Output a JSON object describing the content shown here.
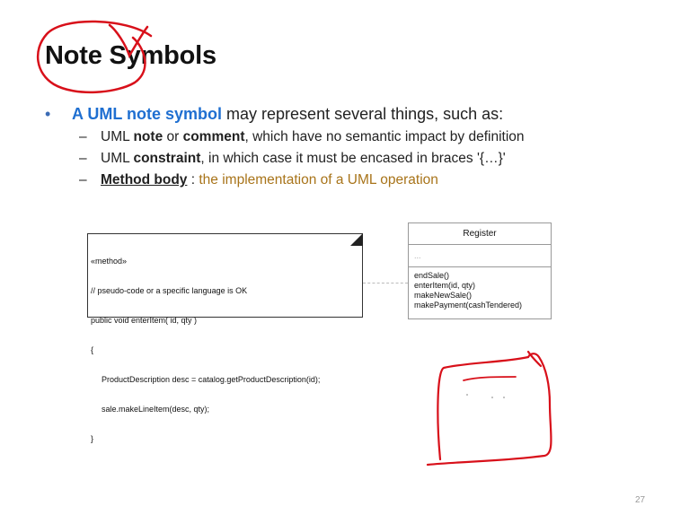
{
  "slide": {
    "title": "Note Symbols",
    "bullet_main": {
      "bold_part": "A UML note symbol",
      "rest": "may represent several things, such as:"
    },
    "sub_bullets": [
      {
        "pre": "UML ",
        "bold1": "note",
        "mid": " or ",
        "bold2": "comment",
        "post": ", which have no semantic impact by definition"
      },
      {
        "pre": "UML ",
        "bold1": "constraint",
        "post": ", in which case it must be encased in braces '{…}'"
      },
      {
        "underline": "Method body",
        "sep": " : ",
        "gold": "the implementation of a UML operation"
      }
    ],
    "note_box": {
      "lines": [
        "«method»",
        "// pseudo-code or a specific language is OK",
        "public void enterItem( id, qty )",
        "{",
        "ProductDescription desc = catalog.getProductDescription(id);",
        "sale.makeLineItem(desc, qty);",
        "}"
      ]
    },
    "class_box": {
      "name": "Register",
      "attributes": "...",
      "operations": [
        "endSale()",
        "enterItem(id, qty)",
        "makeNewSale()",
        "makePayment(cashTendered)"
      ]
    },
    "page_number": "27",
    "colors": {
      "accent_blue": "#1f6fd1",
      "gold": "#a8741a",
      "ink_red": "#d8101a"
    }
  }
}
